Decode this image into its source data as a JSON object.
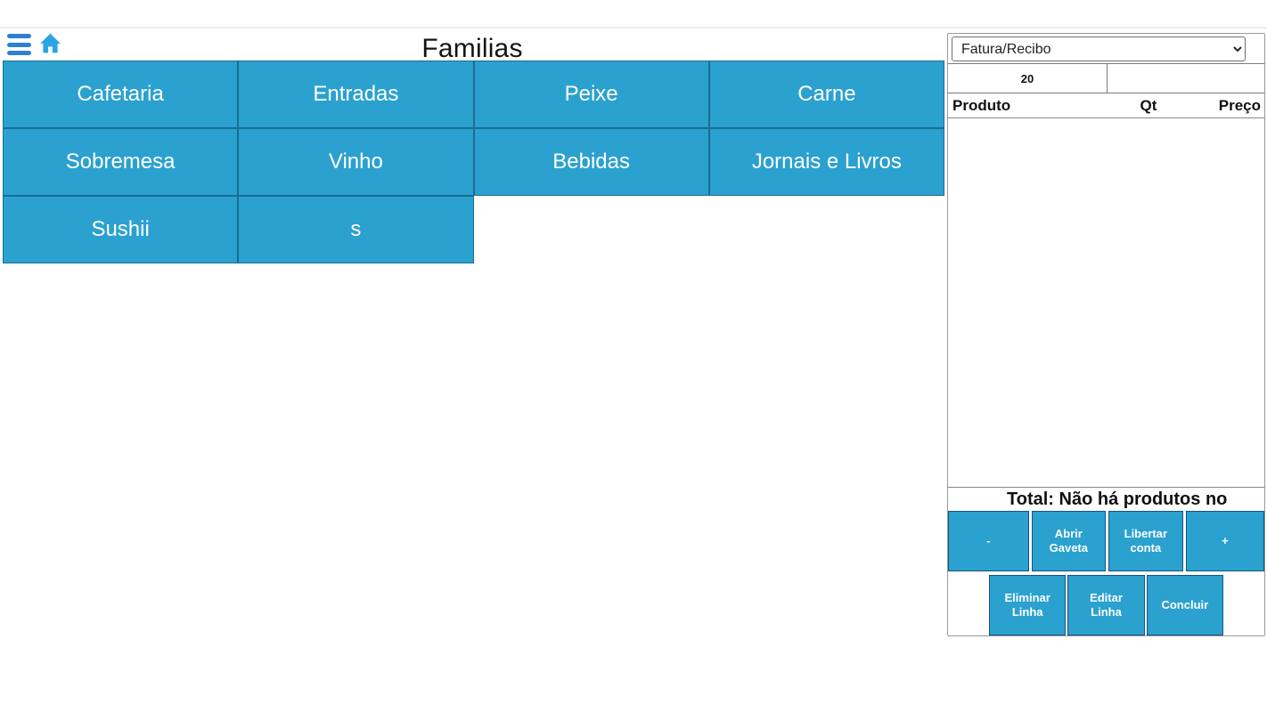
{
  "header": {
    "title": "Familias"
  },
  "families": {
    "buttons": [
      {
        "label": "Cafetaria"
      },
      {
        "label": "Entradas"
      },
      {
        "label": "Peixe"
      },
      {
        "label": "Carne"
      },
      {
        "label": "Sobremesa"
      },
      {
        "label": "Vinho"
      },
      {
        "label": "Bebidas"
      },
      {
        "label": "Jornais e Livros"
      },
      {
        "label": "Sushii"
      },
      {
        "label": "s"
      }
    ]
  },
  "receipt": {
    "document_type": {
      "selected_option": "Fatura/Recibo"
    },
    "account_number": "20",
    "table": {
      "headers": {
        "product": "Produto",
        "qty": "Qt",
        "price": "Preço"
      },
      "rows": []
    },
    "total_text": "Total: Não há produtos no",
    "actions_row1": [
      {
        "label": "-"
      },
      {
        "label": "Abrir Gaveta"
      },
      {
        "label": "Libertar conta"
      },
      {
        "label": "+"
      }
    ],
    "actions_row2": [
      {
        "label": "Eliminar Linha"
      },
      {
        "label": "Editar Linha"
      },
      {
        "label": "Concluir"
      }
    ]
  },
  "colors": {
    "button_blue": "#2ba1d0",
    "button_border": "#1a6d92",
    "menu_icon_blue": "#2b80d2",
    "home_icon_blue": "#2aa4e6",
    "panel_border": "#9a9a9a"
  }
}
